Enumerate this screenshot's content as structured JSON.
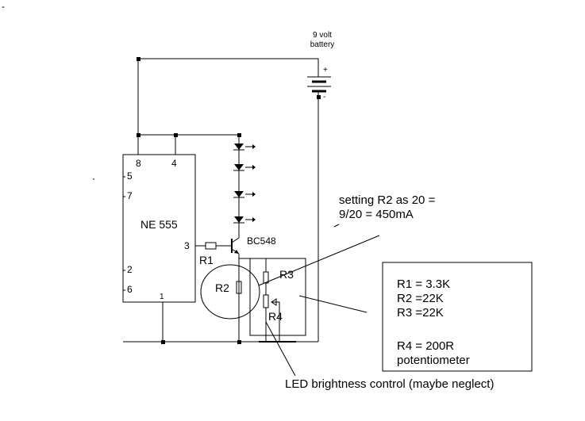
{
  "corner_mark": "-",
  "battery": {
    "label_line1": "9 volt",
    "label_line2": "battery",
    "plus": "+",
    "minus": "-"
  },
  "ic": {
    "name": "NE 555",
    "pin_8": "8",
    "pin_4": "4",
    "pin_5": "5",
    "pin_7": "7",
    "pin_3": "3",
    "pin_2": "2",
    "pin_6": "6",
    "pin_1": "1"
  },
  "transistor": {
    "label": "BC548"
  },
  "labels": {
    "r1": "R1",
    "r2": "R2",
    "r3": "R3",
    "r4": "R4"
  },
  "note_setting": {
    "line1": "setting R2 as 20 =",
    "line2": "9/20 = 450mA"
  },
  "values_box": {
    "r1": "R1 = 3.3K",
    "r2": "R2 =22K",
    "r3": "R3 =22K",
    "r4": "R4 = 200R",
    "r4_desc": "potentiometer"
  },
  "brightness_note": "LED brightness control (maybe neglect)"
}
